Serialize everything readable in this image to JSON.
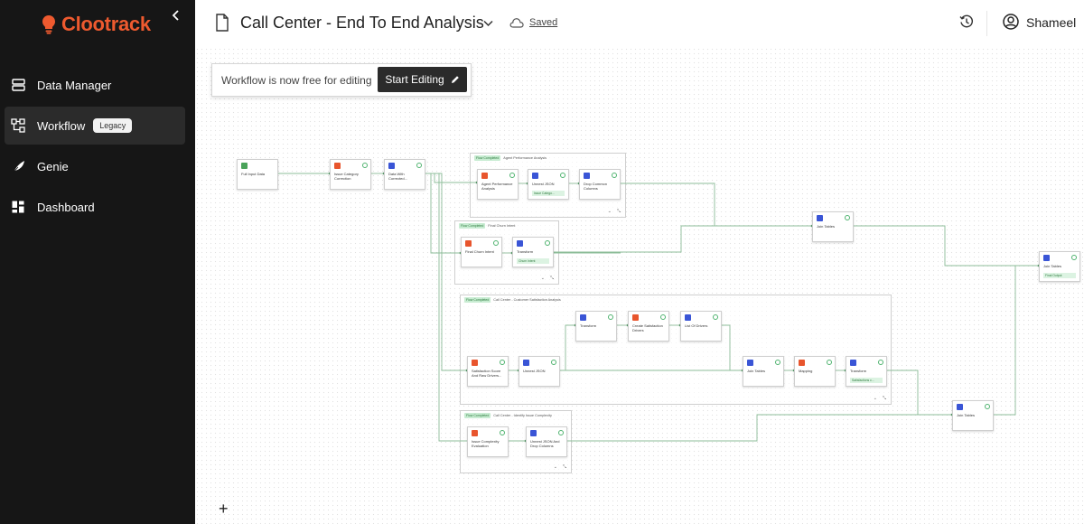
{
  "brand": {
    "name": "Clootrack",
    "color": "#ee5a2f"
  },
  "sidebar": {
    "items": [
      {
        "label": "Data Manager",
        "icon": "server-icon"
      },
      {
        "label": "Workflow",
        "icon": "workflow-icon",
        "badge": "Legacy",
        "active": true
      },
      {
        "label": "Genie",
        "icon": "feather-icon"
      },
      {
        "label": "Dashboard",
        "icon": "dashboard-icon"
      }
    ]
  },
  "header": {
    "title": "Call Center - End To End Analysis",
    "status": "Saved",
    "user": "Shameel"
  },
  "banner": {
    "text": "Workflow is now free for editing",
    "button": "Start Editing"
  },
  "groups": [
    {
      "badge": "Flow Completed",
      "title": "Agent Performance Analysis"
    },
    {
      "badge": "Flow Completed",
      "title": "Final Churn Intent"
    },
    {
      "badge": "Flow Completed",
      "title": "Call Center - Customer Satisfaction Analysis"
    },
    {
      "badge": "Flow Completed",
      "title": "Call Center - Identify Issue Complexity"
    }
  ],
  "nodes": [
    {
      "label": "Full Input Data",
      "icon": "table-icon",
      "color": "green"
    },
    {
      "label": "Issue Category Correction",
      "icon": "ai-icon",
      "color": "orange"
    },
    {
      "label": "Data With Corrected...",
      "icon": "transform-icon",
      "color": "blue"
    },
    {
      "label": "Agent Performance Analysis",
      "icon": "ai-icon",
      "color": "orange"
    },
    {
      "label": "Unnest JSON",
      "icon": "transform-icon",
      "color": "blue",
      "tag": "Issue Catego..."
    },
    {
      "label": "Drop Common Columns",
      "icon": "transform-icon",
      "color": "blue"
    },
    {
      "label": "Final Churn Intent",
      "icon": "ai-icon",
      "color": "orange"
    },
    {
      "label": "Transform",
      "icon": "transform-icon",
      "color": "blue",
      "tag": "Churn intent"
    },
    {
      "label": "Join Tables",
      "icon": "join-icon",
      "color": "blue"
    },
    {
      "label": "Join Tables",
      "icon": "join-icon",
      "color": "blue",
      "tag": "Final Output"
    },
    {
      "label": "Transform",
      "icon": "transform-icon",
      "color": "blue"
    },
    {
      "label": "Create Satisfaction Drivers",
      "icon": "ai-icon",
      "color": "orange"
    },
    {
      "label": "List Of Drivers",
      "icon": "transform-icon",
      "color": "blue"
    },
    {
      "label": "Satisfaction Score And Raw Drivers...",
      "icon": "ai-icon",
      "color": "orange"
    },
    {
      "label": "Unnest JSON",
      "icon": "transform-icon",
      "color": "blue"
    },
    {
      "label": "Join Tables",
      "icon": "join-icon",
      "color": "blue"
    },
    {
      "label": "Mapping",
      "icon": "ai-icon",
      "color": "orange"
    },
    {
      "label": "Transform",
      "icon": "transform-icon",
      "color": "blue",
      "tag": "Satisfactions c..."
    },
    {
      "label": "Join Tables",
      "icon": "join-icon",
      "color": "blue"
    },
    {
      "label": "Issue Complexity Evaluation",
      "icon": "ai-icon",
      "color": "orange"
    },
    {
      "label": "Unnest JSON And Drop Columns",
      "icon": "transform-icon",
      "color": "blue"
    }
  ],
  "canvas": {
    "add_button": "+"
  }
}
